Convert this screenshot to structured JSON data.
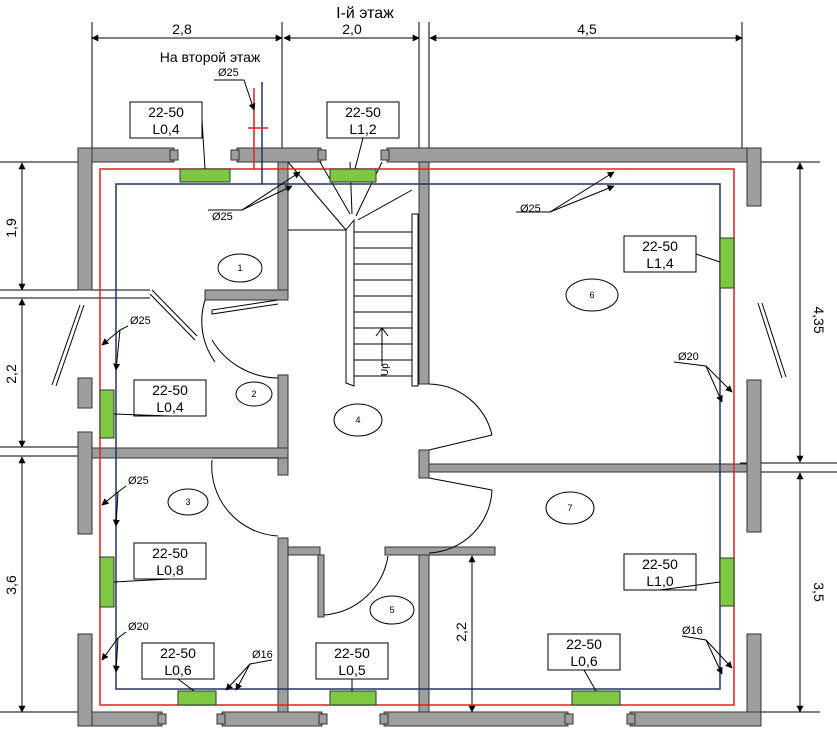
{
  "title": "I-й этаж",
  "note_upstairs": "На второй этаж",
  "stair_label": "Up",
  "colors": {
    "wall": "#9e9e9e",
    "radiator": "#7ec843",
    "supply_pipe": "#e0201b",
    "return_pipe": "#1f3564"
  },
  "dimensions": {
    "top": [
      "2,8",
      "2,0",
      "4,5"
    ],
    "left": [
      "1,9",
      "2,2",
      "3,6"
    ],
    "right": [
      "4,35",
      "3,5"
    ],
    "inner": "2,2"
  },
  "rooms": [
    "1",
    "2",
    "3",
    "4",
    "5",
    "6",
    "7"
  ],
  "radiators": [
    {
      "model": "22-50",
      "length": "L0,4"
    },
    {
      "model": "22-50",
      "length": "L1,2"
    },
    {
      "model": "22-50",
      "length": "L1,4"
    },
    {
      "model": "22-50",
      "length": "L0,4"
    },
    {
      "model": "22-50",
      "length": "L0,8"
    },
    {
      "model": "22-50",
      "length": "L1,0"
    },
    {
      "model": "22-50",
      "length": "L0,6"
    },
    {
      "model": "22-50",
      "length": "L0,5"
    },
    {
      "model": "22-50",
      "length": "L0,6"
    }
  ],
  "pipes": [
    "Ø25",
    "Ø25",
    "Ø25",
    "Ø25",
    "Ø25",
    "Ø20",
    "Ø20",
    "Ø16",
    "Ø16"
  ]
}
